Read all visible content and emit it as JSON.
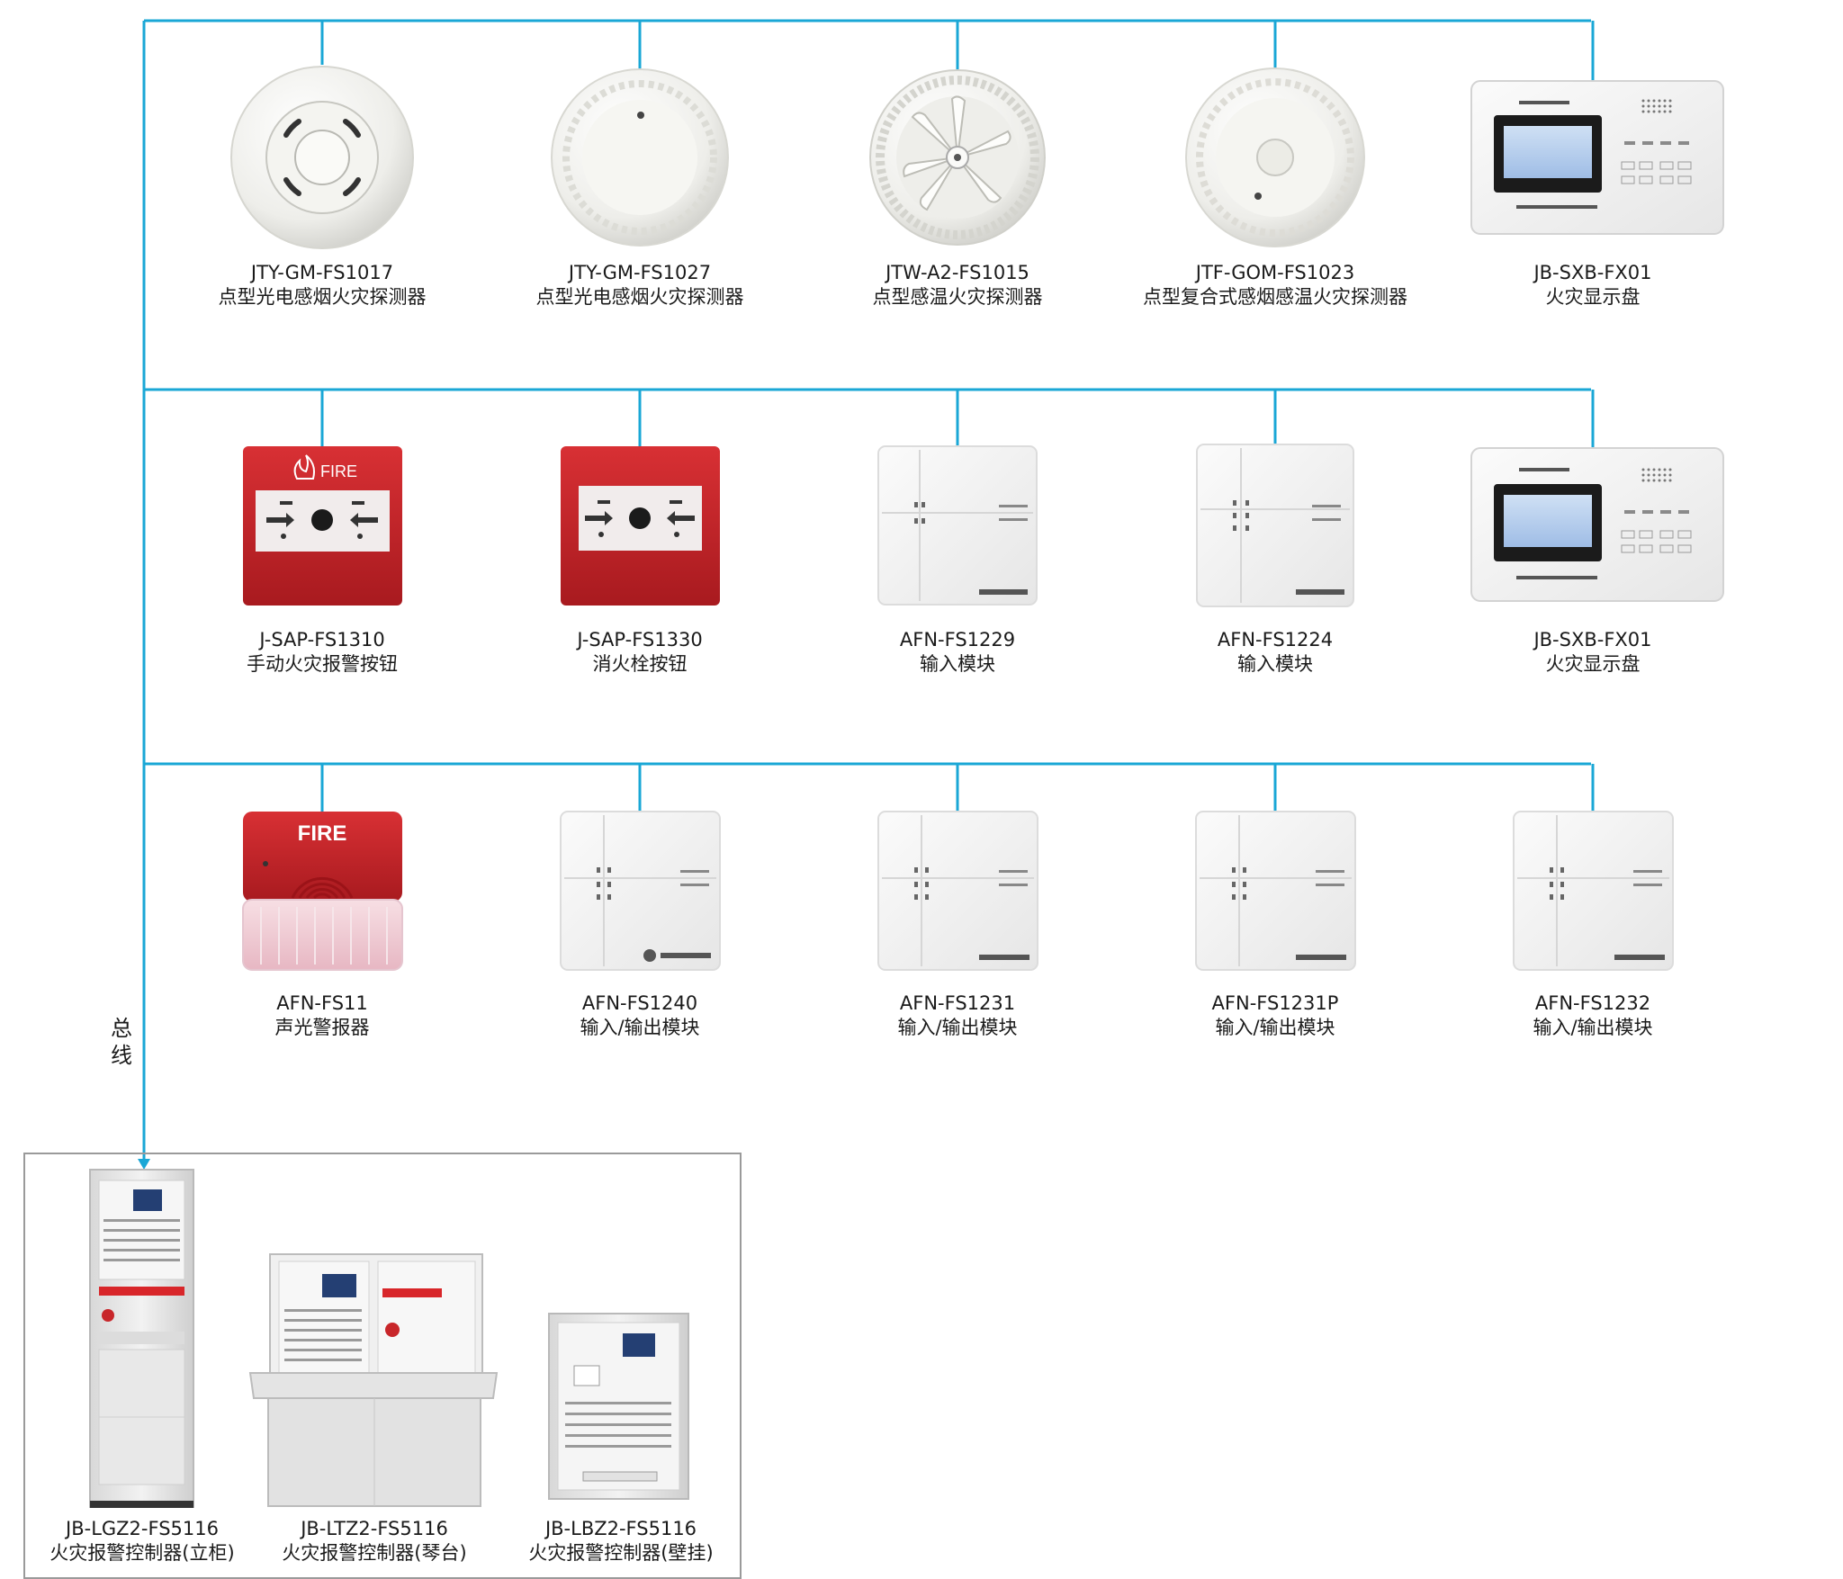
{
  "diagram": {
    "bus_label": [
      "总",
      "线"
    ],
    "colors": {
      "bus": "#1aa7d6",
      "detector_white": "#efefea",
      "alarm_red": "#c8262a",
      "panel_screen": "#2f4a8a",
      "frame_border": "#9a9a9a"
    },
    "rows": [
      {
        "devices": [
          {
            "model": "JTY-GM-FS1017",
            "name": "点型光电感烟火灾探测器",
            "icon": "smoke-detector-icon"
          },
          {
            "model": "JTY-GM-FS1027",
            "name": "点型光电感烟火灾探测器",
            "icon": "smoke-detector-icon"
          },
          {
            "model": "JTW-A2-FS1015",
            "name": "点型感温火灾探测器",
            "icon": "heat-detector-icon"
          },
          {
            "model": "JTF-GOM-FS1023",
            "name": "点型复合式感烟感温火灾探测器",
            "icon": "combo-detector-icon"
          },
          {
            "model": "JB-SXB-FX01",
            "name": "火灾显示盘",
            "icon": "display-panel-icon"
          }
        ]
      },
      {
        "devices": [
          {
            "model": "J-SAP-FS1310",
            "name": "手动火灾报警按钮",
            "icon": "manual-call-point-icon",
            "text": "FIRE"
          },
          {
            "model": "J-SAP-FS1330",
            "name": "消火栓按钮",
            "icon": "hydrant-button-icon"
          },
          {
            "model": "AFN-FS1229",
            "name": "输入模块",
            "icon": "input-module-icon"
          },
          {
            "model": "AFN-FS1224",
            "name": "输入模块",
            "icon": "input-module-icon"
          },
          {
            "model": "JB-SXB-FX01",
            "name": "火灾显示盘",
            "icon": "display-panel-icon"
          }
        ]
      },
      {
        "devices": [
          {
            "model": "AFN-FS11",
            "name": "声光警报器",
            "icon": "sounder-strobe-icon",
            "text": "FIRE"
          },
          {
            "model": "AFN-FS1240",
            "name": "输入/输出模块",
            "icon": "io-module-icon"
          },
          {
            "model": "AFN-FS1231",
            "name": "输入/输出模块",
            "icon": "io-module-icon"
          },
          {
            "model": "AFN-FS1231P",
            "name": "输入/输出模块",
            "icon": "io-module-icon"
          },
          {
            "model": "AFN-FS1232",
            "name": "输入/输出模块",
            "icon": "io-module-icon"
          }
        ]
      }
    ],
    "controllers": [
      {
        "model": "JB-LGZ2-FS5116",
        "name": "火灾报警控制器(立柜)",
        "icon": "cabinet-controller-icon"
      },
      {
        "model": "JB-LTZ2-FS5116",
        "name": "火灾报警控制器(琴台)",
        "icon": "console-controller-icon"
      },
      {
        "model": "JB-LBZ2-FS5116",
        "name": "火灾报警控制器(壁挂)",
        "icon": "wall-controller-icon"
      }
    ]
  }
}
